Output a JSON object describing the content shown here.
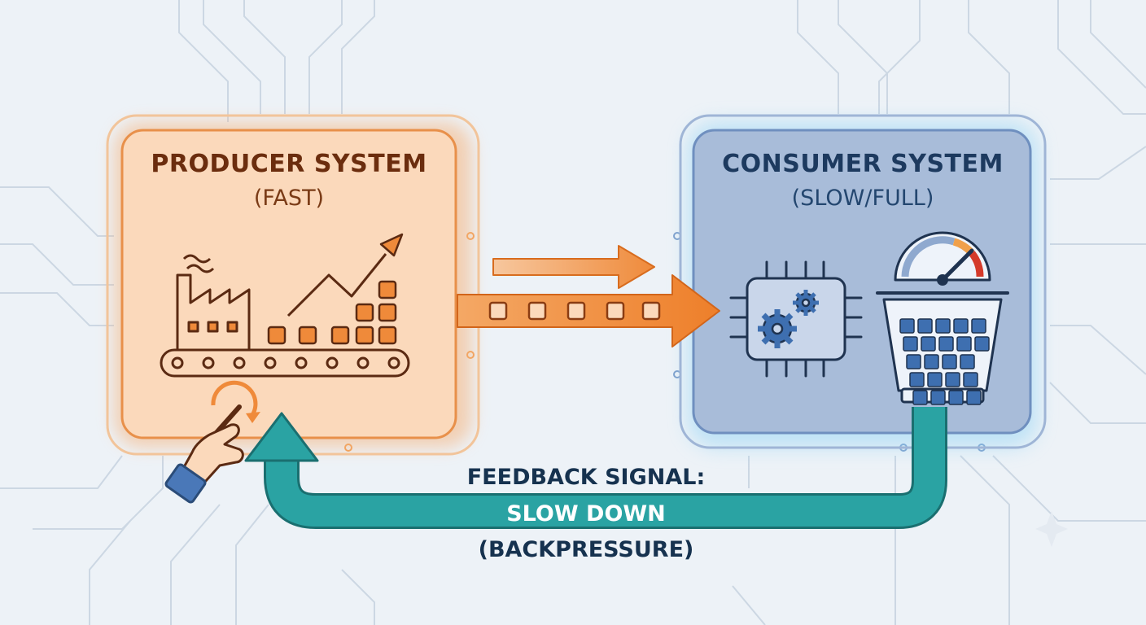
{
  "producer": {
    "title": "PRODUCER SYSTEM",
    "subtitle": "(FAST)"
  },
  "consumer": {
    "title": "CONSUMER SYSTEM",
    "subtitle": "(SLOW/FULL)"
  },
  "feedback": {
    "title": "FEEDBACK SIGNAL:",
    "signal": "SLOW DOWN",
    "subtitle": "(BACKPRESSURE)"
  },
  "colors": {
    "producer_fill": "#fbd9bb",
    "producer_border": "#e8904a",
    "consumer_fill": "#a8bcd9",
    "consumer_border": "#6f8fbf",
    "arrow_orange": "#ef8a3a",
    "feedback_teal": "#2aa3a3",
    "icon_stroke": "#5b2a12",
    "icon_blue": "#3e6fb0"
  },
  "icons": [
    "factory-icon",
    "conveyor-belt-icon",
    "trend-up-arrow-icon",
    "hand-dial-icon",
    "chip-gears-icon",
    "gauge-icon",
    "overflowing-basket-icon"
  ]
}
